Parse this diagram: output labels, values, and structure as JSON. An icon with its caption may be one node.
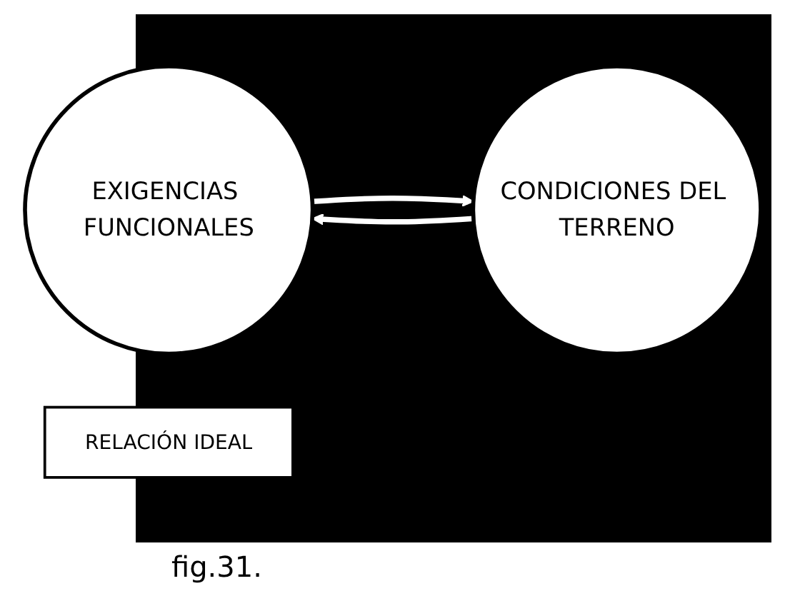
{
  "diagram": {
    "caption": "fig.31.",
    "nodes": [
      {
        "text": [
          "EXIGENCIAS FUNCIONALES"
        ]
      },
      {
        "text": [
          "RELACIÓN IDEAL"
        ]
      },
      {
        "text": [
          "CONDICIONES DEL TERRENO"
        ]
      }
    ],
    "edges": [
      {
        "from": 2,
        "to": 0,
        "arrow": "to"
      },
      {
        "from": 0,
        "to": 2,
        "arrow": "to"
      }
    ]
  }
}
